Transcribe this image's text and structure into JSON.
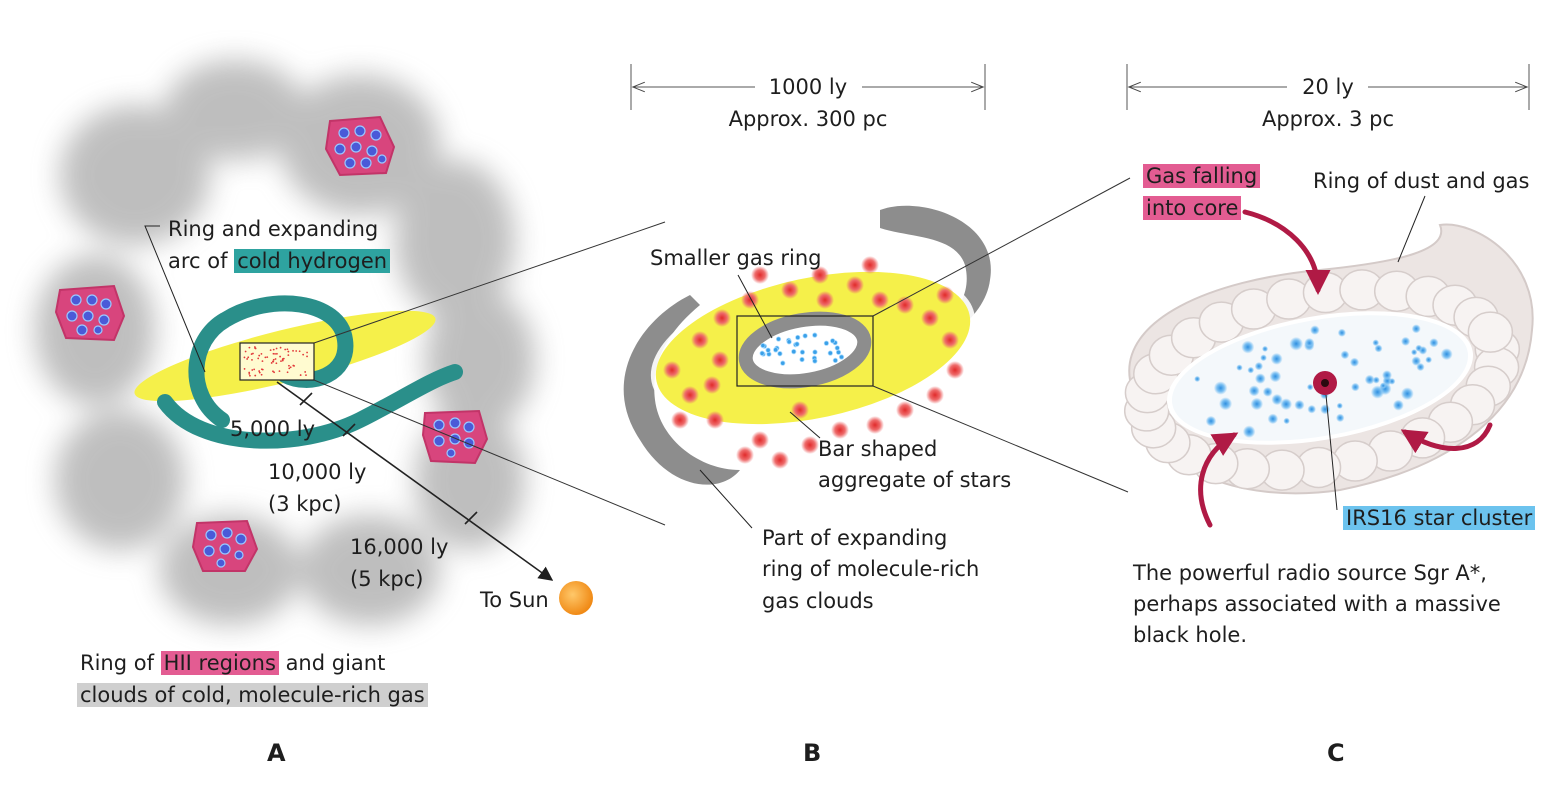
{
  "panels": {
    "a": {
      "letter": "A",
      "label_ring_arc_line1": "Ring and expanding",
      "label_ring_arc_prefix": "arc of ",
      "label_ring_arc_highlight": "cold hydrogen",
      "dist1": "5,000 ly",
      "dist2_ly": "10,000 ly",
      "dist2_kpc": "(3 kpc)",
      "dist3_ly": "16,000 ly",
      "dist3_kpc": "(5 kpc)",
      "to_sun": "To Sun",
      "caption_prefix": "Ring of ",
      "caption_highlight1": "HII regions",
      "caption_mid": " and giant",
      "caption_highlight2": "clouds of cold, molecule-rich gas"
    },
    "b": {
      "letter": "B",
      "scale_ly": "1000 ly",
      "scale_pc": "Approx. 300 pc",
      "smaller_gas_ring": "Smaller gas ring",
      "bar_line1": "Bar shaped",
      "bar_line2": "aggregate of stars",
      "part_line1": "Part of expanding",
      "part_line2": "ring of molecule-rich",
      "part_line3": "gas clouds"
    },
    "c": {
      "letter": "C",
      "scale_ly": "20 ly",
      "scale_pc": "Approx. 3 pc",
      "gas_falling_line1": "Gas falling",
      "gas_falling_line2": "into core",
      "ring_dust_gas": "Ring of dust and gas",
      "irs16": "IRS16 star cluster",
      "sgr_line1": "The powerful radio source Sgr A*,",
      "sgr_line2": "perhaps associated with a massive",
      "sgr_line3": "black hole."
    }
  },
  "colors": {
    "hydrogen_teal": "#2a8f8a",
    "bar_yellow": "#f5f04a",
    "hii_pink": "#d8457d",
    "hii_star_blue": "#4a5ad8",
    "cloud_gray": "#8d8d8d",
    "star_red": "#e23a3a",
    "star_blue": "#3aa0e8",
    "arrow_crimson": "#b01a45",
    "sun_orange": "#f7a22b"
  }
}
